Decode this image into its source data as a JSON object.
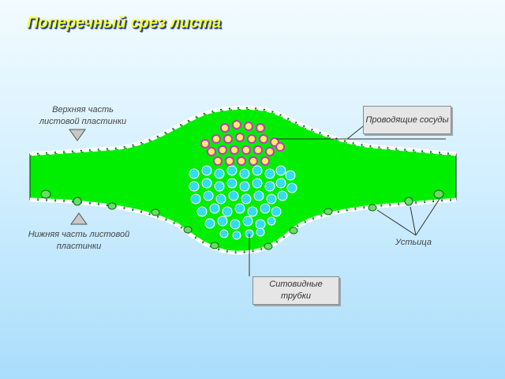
{
  "title": "Поперечный срез листа",
  "labels": {
    "upper_part": "Верхняя часть листовой пластинки",
    "lower_part": "Нижняя часть листовой пластинки",
    "stomata": "Устьица",
    "vessels": "Проводящие сосуды",
    "sieve_tubes": "Ситовидные трубки"
  },
  "colors": {
    "mesophyll": "#00ee00",
    "epidermis": "#ffffff",
    "xylem_cell": "#ffee66",
    "xylem_outline": "#cc33cc",
    "phloem_cell": "#33ddee",
    "title": "#ffff33"
  }
}
